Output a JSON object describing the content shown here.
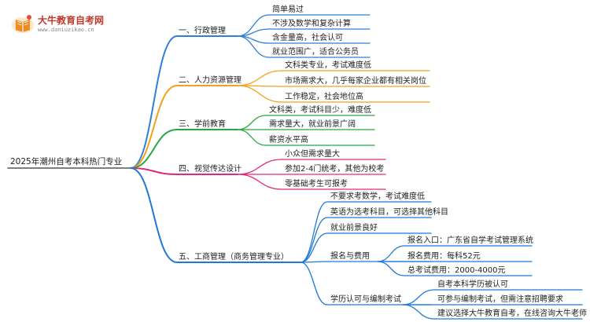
{
  "logo": {
    "title": "大牛教育自考网",
    "url": "www.daniuzikao.cn"
  },
  "root": {
    "label": "2025年潮州自考本科热门专业"
  },
  "branches": [
    {
      "label": "一、行政管理",
      "color": "#2f7fd6",
      "children": [
        {
          "label": "简单易过"
        },
        {
          "label": "不涉及数学和复杂计算"
        },
        {
          "label": "含金量高，社会认可"
        },
        {
          "label": "就业范围广，适合公务员"
        }
      ]
    },
    {
      "label": "二、人力资源管理",
      "color": "#f0a21b",
      "children": [
        {
          "label": "文科类专业，考试难度低"
        },
        {
          "label": "市场需求大，几乎每家企业都有相关岗位"
        },
        {
          "label": "工作稳定，社会地位高"
        }
      ]
    },
    {
      "label": "三、学前教育",
      "color": "#27a745",
      "children": [
        {
          "label": "文科类，考试科目少，难度低"
        },
        {
          "label": "需求量大，就业前景广阔"
        },
        {
          "label": "薪资水平高"
        }
      ]
    },
    {
      "label": "四、视觉传达设计",
      "color": "#dd2c7b",
      "children": [
        {
          "label": "小众但需求量大"
        },
        {
          "label": "参加2-4门统考，其他为校考"
        },
        {
          "label": "零基础考生可报考"
        }
      ]
    },
    {
      "label": "五、工商管理（商务管理专业）",
      "color": "#1e7ad6",
      "children": [
        {
          "label": "不要求考数学，考试难度低"
        },
        {
          "label": "英语为选考科目，可选择其他科目"
        },
        {
          "label": "就业前景良好"
        },
        {
          "label": "报名与费用",
          "children": [
            {
              "label": "报名入口：广东省自学考试管理系统"
            },
            {
              "label": "报名费用：每科52元"
            },
            {
              "label": "总考试费用：2000-4000元"
            }
          ]
        },
        {
          "label": "学历认可与编制考试",
          "children": [
            {
              "label": "自考本科学历被认可"
            },
            {
              "label": "可参与编制考试，但需注意招聘要求"
            },
            {
              "label": "建议选择大牛教育自考，在线咨询大牛老师"
            }
          ]
        }
      ]
    }
  ]
}
